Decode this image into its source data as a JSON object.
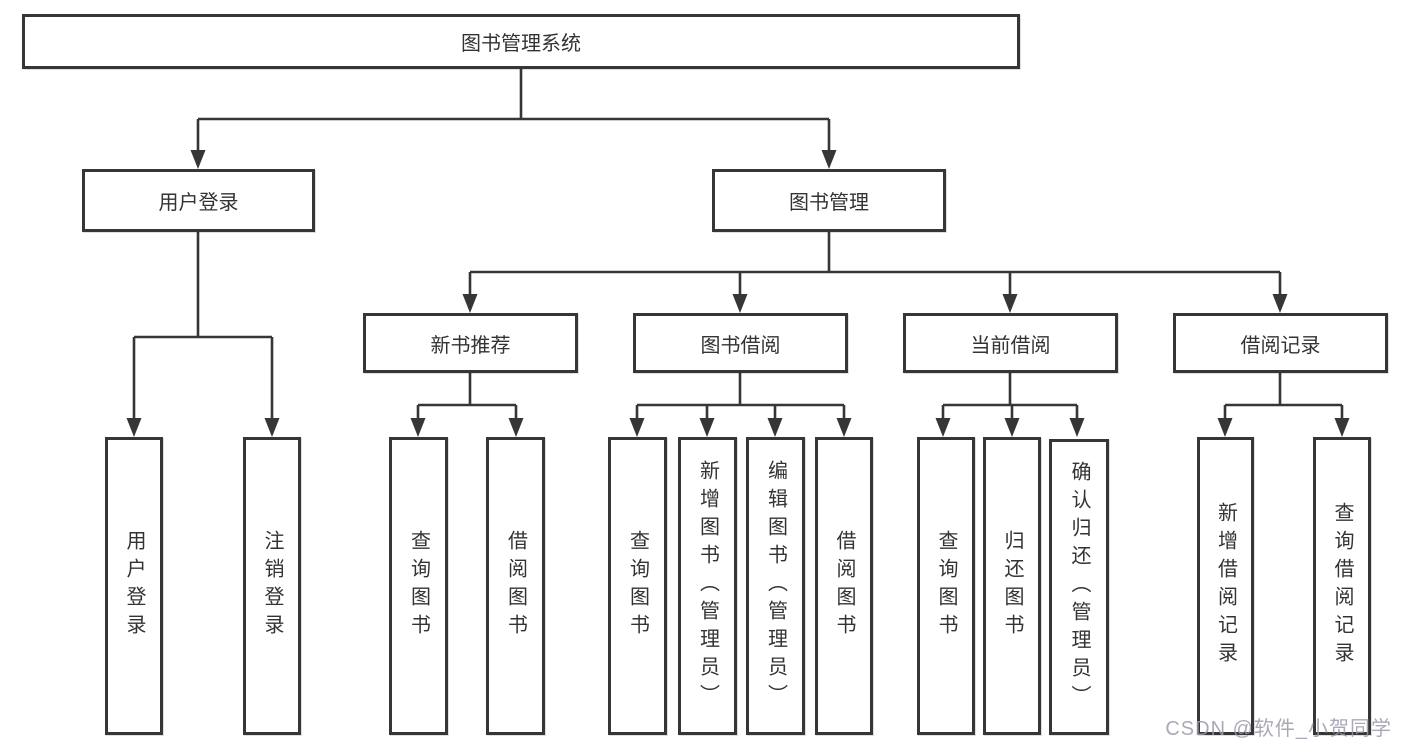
{
  "diagram": {
    "title": "图书管理系统",
    "branches": {
      "user_login": {
        "label": "用户登录",
        "children": [
          "用户登录",
          "注销登录"
        ]
      },
      "book_management": {
        "label": "图书管理",
        "sections": {
          "new_book_recommend": {
            "label": "新书推荐",
            "children": [
              "查询图书",
              "借阅图书"
            ]
          },
          "book_borrowing": {
            "label": "图书借阅",
            "children": [
              "查询图书",
              "新增图书（管理员）",
              "编辑图书（管理员）",
              "借阅图书"
            ]
          },
          "current_borrowing": {
            "label": "当前借阅",
            "children": [
              "查询图书",
              "归还图书",
              "确认归还（管理员）"
            ]
          },
          "borrowing_records": {
            "label": "借阅记录",
            "children": [
              "新增借阅记录",
              "查询借阅记录"
            ]
          }
        }
      }
    }
  },
  "watermark": "CSDN @软件_小贺同学",
  "colors": {
    "line": "#363636",
    "text": "#333333",
    "box_background": "#ffffff",
    "watermark": "#9a9aaa"
  }
}
